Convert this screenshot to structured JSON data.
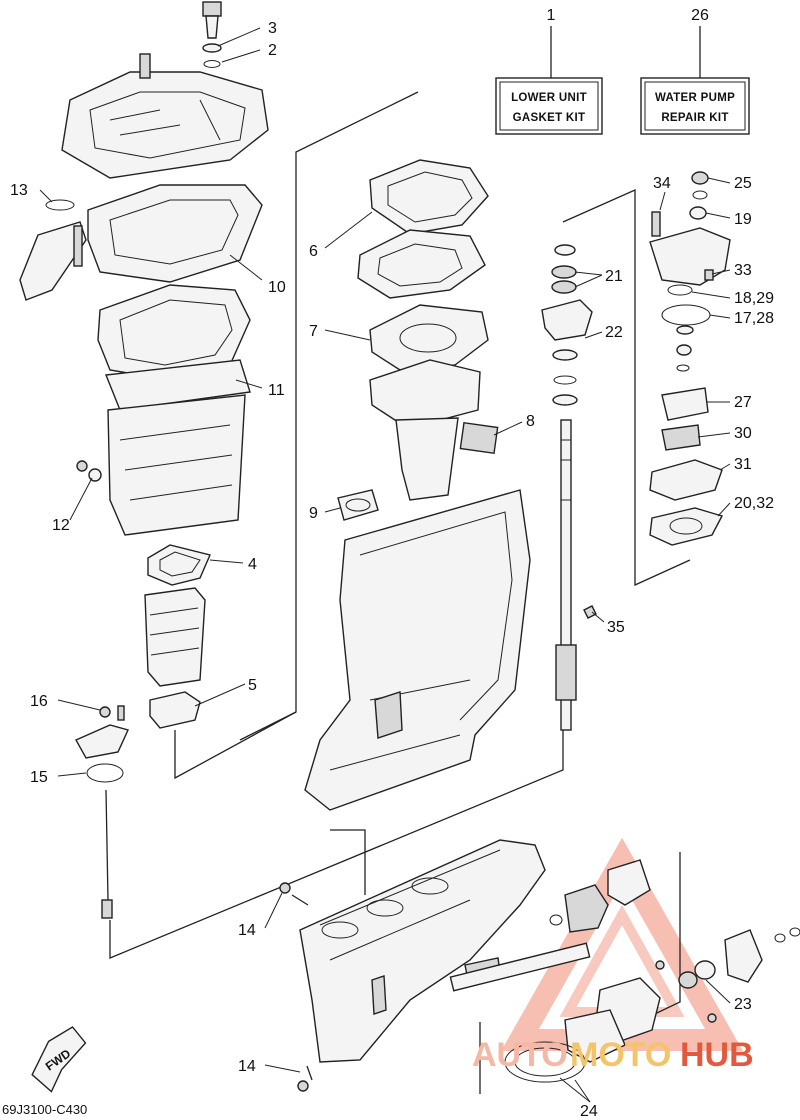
{
  "kits": {
    "lower_unit": {
      "number": "1",
      "line1": "LOWER UNIT",
      "line2": "GASKET KIT"
    },
    "water_pump": {
      "number": "26",
      "line1": "WATER PUMP",
      "line2": "REPAIR KIT"
    }
  },
  "callouts": {
    "c3": "3",
    "c2": "2",
    "c13": "13",
    "c10": "10",
    "c6": "6",
    "c7": "7",
    "c11": "11",
    "c8": "8",
    "c9": "9",
    "c12": "12",
    "c4": "4",
    "c5": "5",
    "c16": "16",
    "c15": "15",
    "c21": "21",
    "c22": "22",
    "c34": "34",
    "c25": "25",
    "c19": "19",
    "c33": "33",
    "c18_29": "18,29",
    "c17_28": "17,28",
    "c27": "27",
    "c30": "30",
    "c31": "31",
    "c20_32": "20,32",
    "c35": "35",
    "c14a": "14",
    "c14b": "14",
    "c23": "23",
    "c24": "24"
  },
  "fwd_label": "FWD",
  "diagram_code": "69J3100-C430",
  "watermark": {
    "part1": "AUTO",
    "part2": "MOTO",
    "part3": "HUB"
  },
  "colors": {
    "watermark_red": "#e15a3d",
    "watermark_orange": "#f3c46a",
    "watermark_pink": "#f3b9a6"
  }
}
